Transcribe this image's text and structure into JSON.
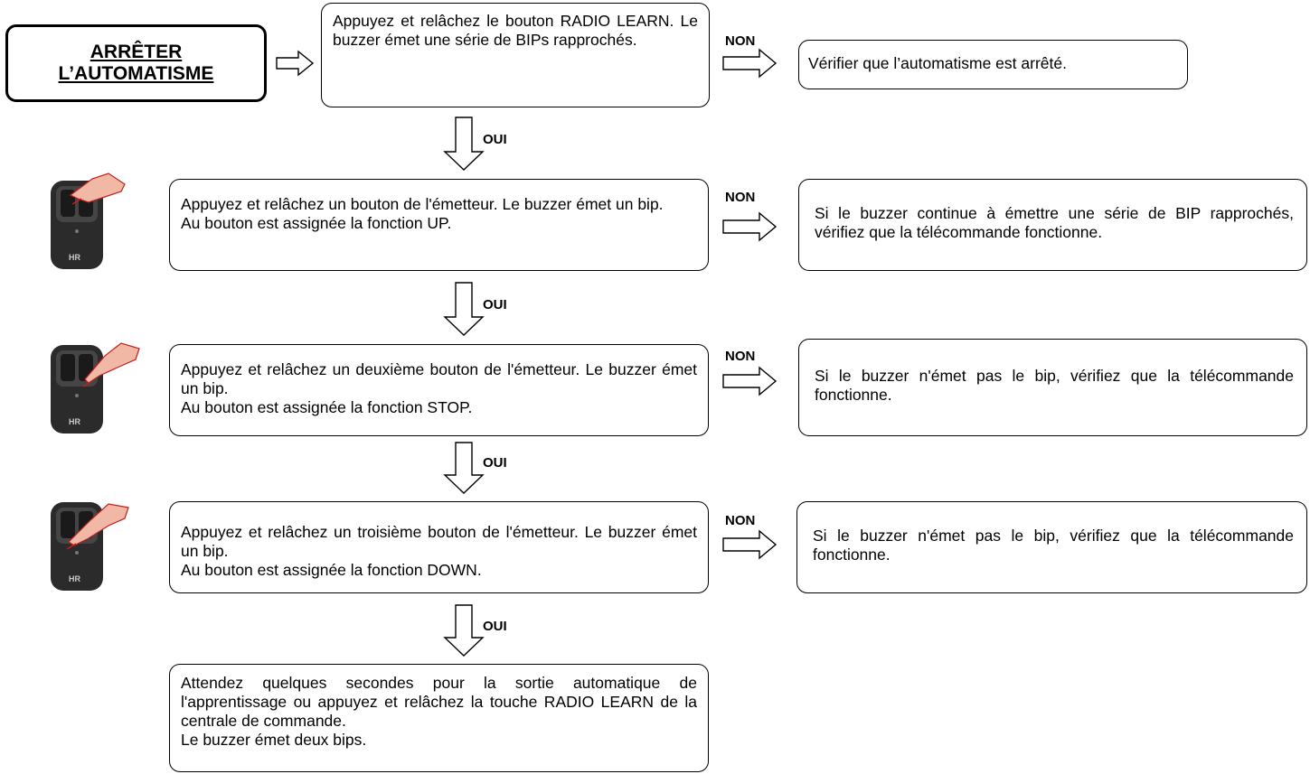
{
  "start": {
    "line1": "ARRÊTER",
    "line2": "L’AUTOMATISME"
  },
  "steps": [
    "Appuyez et relâchez le bouton RADIO LEARN. Le buzzer émet une série de BIPs rapprochés.",
    "Appuyez et relâchez un bouton de l'émetteur. Le buzzer émet un bip.",
    "Au bouton est assignée la fonction UP.",
    "Appuyez et relâchez un deuxième bouton de l'émetteur. Le buzzer émet un bip.",
    "Au bouton est assignée la fonction STOP.",
    "Appuyez et relâchez un troisième bouton de l'émetteur. Le buzzer émet un bip.",
    "Au bouton est assignée la fonction DOWN.",
    "Attendez quelques secondes pour la sortie automatique de l'apprentissage ou appuyez et relâchez la touche RADIO LEARN de la centrale de commande.",
    "Le buzzer émet deux bips."
  ],
  "failures": [
    "Vérifier que l’automatisme est arrêté.",
    "Si le buzzer continue à émettre une série de BIP rapprochés, vérifiez que la télécommande fonctionne.",
    "Si le buzzer n'émet pas le bip, vérifiez que la télécommande fonctionne.",
    "Si le buzzer n'émet pas le bip, vérifiez que la télécommande fonctionne."
  ],
  "labels": {
    "no": "NON",
    "yes": "OUI"
  },
  "remote_badge": "HR",
  "colors": {
    "line": "#000000",
    "remote_body": "#2b2b2b",
    "hand": "#f2b8a6"
  }
}
